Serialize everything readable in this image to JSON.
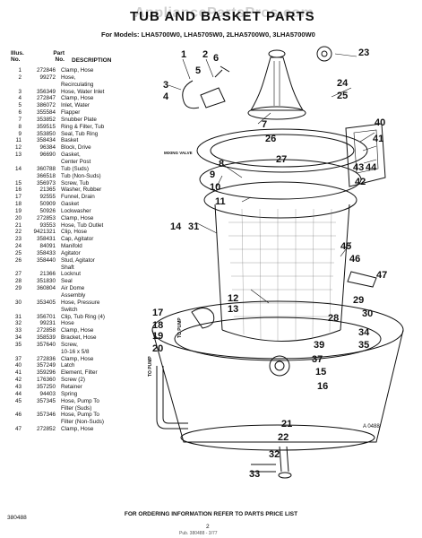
{
  "watermark": "AppliancePartsPros.com",
  "title": "TUB AND BASKET PARTS",
  "models": "For Models: LHA5700W0, LHA5705W0, 2LHA5700W0, 3LHA5700W0",
  "headers": {
    "illus_no": "Illus.\nNo.",
    "part_no": "Part\nNo.",
    "description": "DESCRIPTION"
  },
  "parts": [
    {
      "no": "1",
      "part": "272846",
      "desc": "Clamp, Hose"
    },
    {
      "no": "2",
      "part": "99272",
      "desc": "Hose,"
    },
    {
      "no": "",
      "part": "",
      "desc": "Recirculating"
    },
    {
      "no": "3",
      "part": "356349",
      "desc": "Hose, Water Inlet"
    },
    {
      "no": "4",
      "part": "272847",
      "desc": "Clamp, Hose"
    },
    {
      "no": "5",
      "part": "386072",
      "desc": "Inlet, Water"
    },
    {
      "no": "6",
      "part": "355584",
      "desc": "Flapper"
    },
    {
      "no": "7",
      "part": "353852",
      "desc": "Snubber Plate"
    },
    {
      "no": "8",
      "part": "359515",
      "desc": "Ring & Filter, Tub"
    },
    {
      "no": "9",
      "part": "353850",
      "desc": "Seal, Tub Ring"
    },
    {
      "no": "11",
      "part": "358434",
      "desc": "Basket"
    },
    {
      "no": "12",
      "part": "96384",
      "desc": "Block, Drive"
    },
    {
      "no": "13",
      "part": "96690",
      "desc": "Gasket,"
    },
    {
      "no": "",
      "part": "",
      "desc": "Center Post"
    },
    {
      "no": "14",
      "part": "360788",
      "desc": "Tub (Suds)"
    },
    {
      "no": "",
      "part": "366518",
      "desc": "Tub (Non-Suds)"
    },
    {
      "no": "15",
      "part": "356973",
      "desc": "Screw, Tub"
    },
    {
      "no": "16",
      "part": "21365",
      "desc": "Washer, Rubber"
    },
    {
      "no": "17",
      "part": "92555",
      "desc": "Funnel, Drain"
    },
    {
      "no": "18",
      "part": "50909",
      "desc": "Gasket"
    },
    {
      "no": "19",
      "part": "50926",
      "desc": "Lockwasher"
    },
    {
      "no": "20",
      "part": "272853",
      "desc": "Clamp, Hose"
    },
    {
      "no": "21",
      "part": "93553",
      "desc": "Hose, Tub Outlet"
    },
    {
      "no": "22",
      "part": "9421321",
      "desc": "Clip, Hose"
    },
    {
      "no": "23",
      "part": "358431",
      "desc": "Cap, Agitator"
    },
    {
      "no": "24",
      "part": "84091",
      "desc": "Manifold"
    },
    {
      "no": "25",
      "part": "358433",
      "desc": "Agitator"
    },
    {
      "no": "26",
      "part": "358440",
      "desc": "Stud, Agitator"
    },
    {
      "no": "",
      "part": "",
      "desc": "Shaft"
    },
    {
      "no": "27",
      "part": "21366",
      "desc": "Locknut"
    },
    {
      "no": "28",
      "part": "351830",
      "desc": "Seal"
    },
    {
      "no": "29",
      "part": "360804",
      "desc": "Air Dome"
    },
    {
      "no": "",
      "part": "",
      "desc": "Assembly"
    },
    {
      "no": "30",
      "part": "353405",
      "desc": "Hose, Pressure"
    },
    {
      "no": "",
      "part": "",
      "desc": "Switch"
    },
    {
      "no": "31",
      "part": "356701",
      "desc": "Clip, Tub Ring (4)"
    },
    {
      "no": "32",
      "part": "99231",
      "desc": "Hose"
    },
    {
      "no": "33",
      "part": "272858",
      "desc": "Clamp, Hose"
    },
    {
      "no": "34",
      "part": "358539",
      "desc": "Bracket, Hose"
    },
    {
      "no": "35",
      "part": "357640",
      "desc": "Screw,"
    },
    {
      "no": "",
      "part": "",
      "desc": "10-16 x 5/8"
    },
    {
      "no": "37",
      "part": "272836",
      "desc": "Clamp, Hose"
    },
    {
      "no": "40",
      "part": "357249",
      "desc": "Latch"
    },
    {
      "no": "41",
      "part": "359296",
      "desc": "Element, Filter"
    },
    {
      "no": "42",
      "part": "176360",
      "desc": "Screw (2)"
    },
    {
      "no": "43",
      "part": "357250",
      "desc": "Retainer"
    },
    {
      "no": "44",
      "part": "94403",
      "desc": "Spring"
    },
    {
      "no": "45",
      "part": "357345",
      "desc": "Hose, Pump To"
    },
    {
      "no": "",
      "part": "",
      "desc": "Filter (Suds)"
    },
    {
      "no": "46",
      "part": "357346",
      "desc": "Hose, Pump To"
    },
    {
      "no": "",
      "part": "",
      "desc": "Filter (Non-Suds)"
    },
    {
      "no": "47",
      "part": "272852",
      "desc": "Clamp, Hose"
    }
  ],
  "diagram_labels": {
    "mixing_valve": "MIXING VALVE",
    "to_pump_a": "TO PUMP",
    "to_pump_b": "TO PUMP",
    "fig_id": "A 0488"
  },
  "callouts": [
    "1",
    "2",
    "3",
    "4",
    "5",
    "6",
    "7",
    "8",
    "9",
    "10",
    "11",
    "12",
    "13",
    "14",
    "15",
    "16",
    "17",
    "18",
    "19",
    "20",
    "21",
    "22",
    "23",
    "24",
    "25",
    "26",
    "27",
    "28",
    "29",
    "30",
    "31",
    "32",
    "33",
    "34",
    "35",
    "37",
    "39",
    "40",
    "41",
    "42",
    "43",
    "44",
    "45",
    "46",
    "47"
  ],
  "footer": "FOR ORDERING INFORMATION REFER TO PARTS PRICE LIST",
  "doc_code": "380488",
  "page_number": "2",
  "bottom_note": "Pub. 380488 - 3/77"
}
